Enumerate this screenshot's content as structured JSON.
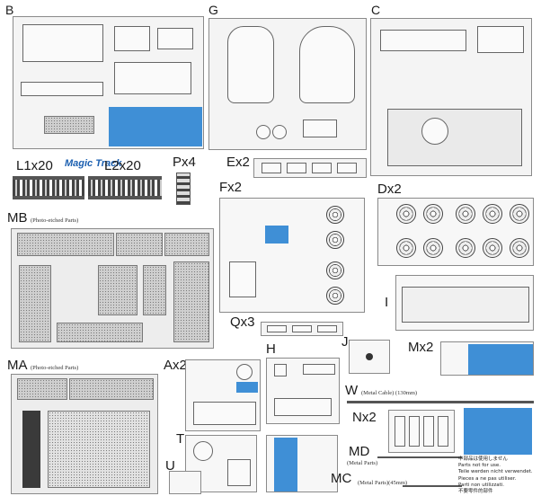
{
  "labels": {
    "B": "B",
    "G": "G",
    "C": "C",
    "L": "L1x20",
    "L2": "L2x20",
    "P": "Px4",
    "E": "Ex2",
    "F": "Fx2",
    "D": "Dx2",
    "MB": "MB",
    "MB_sub": "(Photo-etched Parts)",
    "Q": "Qx3",
    "I": "I",
    "J": "J",
    "H": "H",
    "Mx": "Mx2",
    "MA": "MA",
    "MA_sub": "(Photo-etched Parts)",
    "A": "Ax2",
    "W": "W",
    "W_sub": "(Metal Cable) (130mm)",
    "N": "Nx2",
    "MD": "MD",
    "MD_sub": "(Metal Parts)",
    "MC": "MC",
    "MC_sub": "(Metal Parts)(45mm)",
    "T": "T",
    "U": "U"
  },
  "logo": {
    "brand": "Magic Track"
  },
  "notice": {
    "lines": [
      "中部品は使用しません",
      "Parts not for use.",
      "Teile werden nicht verwendet.",
      "Pieces a ne pas utiliser.",
      "Parti non utilizzati.",
      "不要零件的部件"
    ]
  },
  "colors": {
    "accent": "#3f8fd6"
  }
}
